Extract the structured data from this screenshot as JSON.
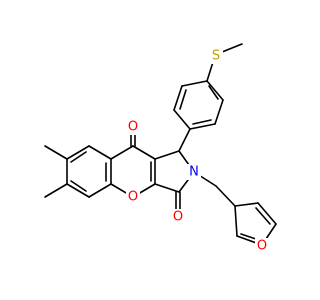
{
  "atoms": {
    "o_ketone": {
      "label": "O",
      "color": "#ff0000"
    },
    "o_lactam": {
      "label": "O",
      "color": "#ff0000"
    },
    "o_pyran": {
      "label": "O",
      "color": "#ff0000"
    },
    "o_furan": {
      "label": "O",
      "color": "#ff0000"
    },
    "n_lactam": {
      "label": "N",
      "color": "#0000ff"
    },
    "s_thioether": {
      "label": "S",
      "color": "#b8a000"
    }
  },
  "colors": {
    "bond": "#000000",
    "background": "#ffffff"
  }
}
